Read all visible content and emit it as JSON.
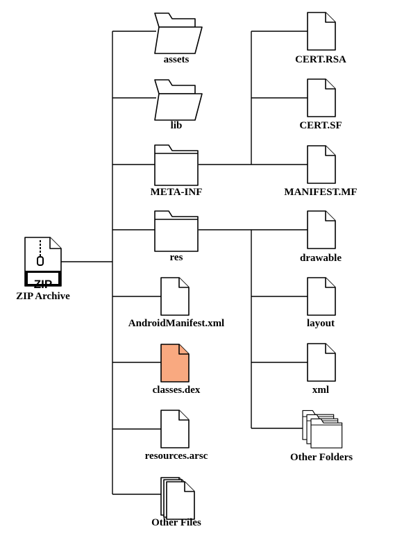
{
  "root": {
    "label": "ZIP Archive",
    "badge": "ZIP"
  },
  "children": {
    "assets": "assets",
    "lib": "lib",
    "meta_inf": "META-INF",
    "res": "res",
    "android_manifest": "AndroidManifest.xml",
    "classes_dex": "classes.dex",
    "resources_arsc": "resources.arsc",
    "other_files": "Other Files"
  },
  "meta_inf_children": {
    "cert_rsa": "CERT.RSA",
    "cert_sf": "CERT.SF",
    "manifest_mf": "MANIFEST.MF"
  },
  "res_children": {
    "drawable": "drawable",
    "layout": "layout",
    "xml": "xml",
    "other_folders": "Other Folders"
  },
  "colors": {
    "highlight_fill": "#f9a980",
    "line": "#000000"
  },
  "icons": {
    "root": "zip-file-icon",
    "folder_open": "open-folder-icon",
    "folder_closed": "closed-folder-icon",
    "file": "file-icon",
    "file_stack": "file-stack-icon",
    "folder_stack": "folder-stack-icon"
  }
}
